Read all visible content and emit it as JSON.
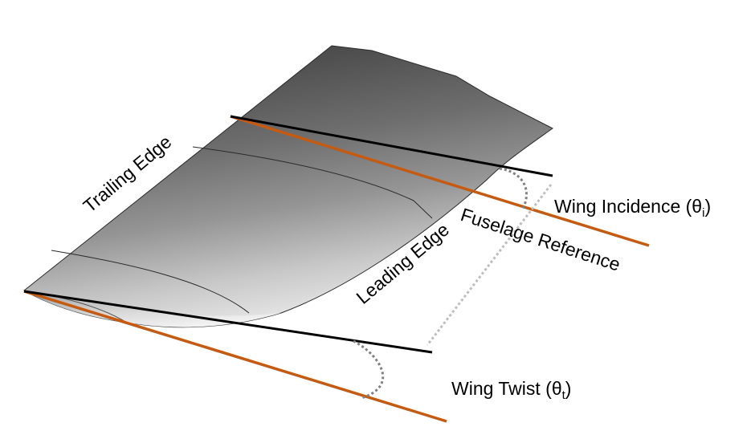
{
  "labels": {
    "trailing_edge": "Trailing Edge",
    "leading_edge": "Leading Edge",
    "fuselage_reference": "Fuselage Reference",
    "wing_incidence": "Wing Incidence (θ",
    "wing_incidence_sub": "i",
    "wing_twist": "Wing Twist (θ",
    "wing_twist_sub": "t",
    "close_paren": ")"
  },
  "colors": {
    "reference_line": "#c55a11",
    "chord_line": "#000000",
    "angle_arc": "#8a8a8a",
    "wing_surface_dark": "#4a4a4a",
    "wing_surface_light": "#f2f2f2"
  }
}
